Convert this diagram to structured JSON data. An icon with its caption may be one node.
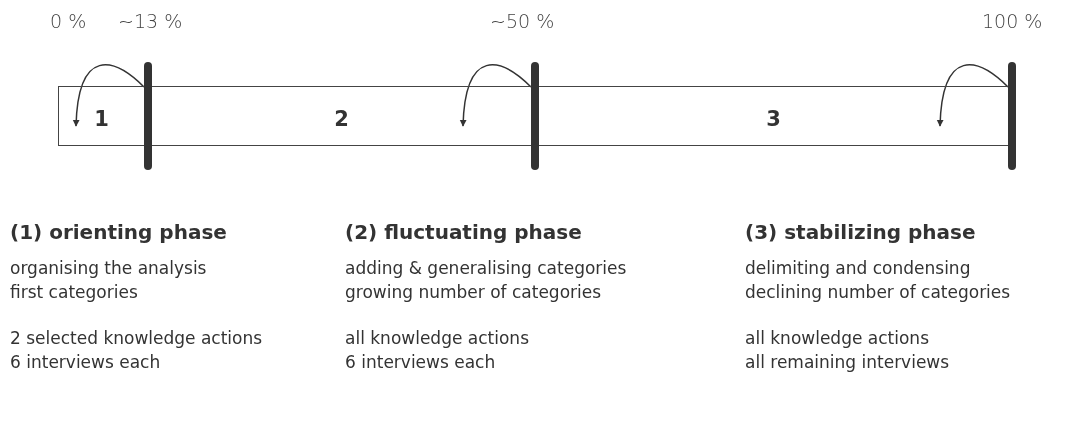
{
  "diagram": {
    "nodes": [
      {
        "text": [
          "1"
        ]
      },
      {
        "text": [
          "2"
        ]
      },
      {
        "text": [
          "3"
        ]
      },
      {
        "text": [],
        "shape": "bar"
      },
      {
        "text": [],
        "shape": "bar"
      },
      {
        "text": [],
        "shape": "bar"
      }
    ],
    "edges": [
      {
        "from": 3,
        "to": 0,
        "arrow": "to"
      },
      {
        "from": 4,
        "to": 1,
        "arrow": "to"
      },
      {
        "from": 5,
        "to": 2,
        "arrow": "to"
      }
    ],
    "labels": [
      "0 %",
      "~13 %",
      "~50 %",
      "100 %",
      "(1) orienting phase",
      "organising the analysis",
      "first categories",
      "2 selected knowledge actions",
      "6 interviews each",
      "(2) fluctuating phase",
      "adding & generalising categories",
      "growing number of categories",
      "all knowledge actions",
      "6 interviews each",
      "(3) stabilizing phase",
      "delimiting and condensing",
      "declining number of categories",
      "all knowledge actions",
      "all remaining interviews"
    ]
  }
}
